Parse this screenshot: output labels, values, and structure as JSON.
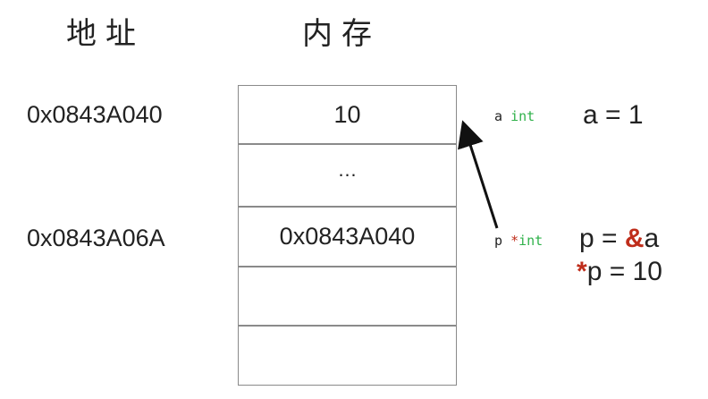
{
  "headers": {
    "address": "地址",
    "memory": "内存"
  },
  "rows": [
    {
      "address": "0x0843A040",
      "value": "10"
    },
    {
      "address": "",
      "value": "…"
    },
    {
      "address": "0x0843A06A",
      "value": "0x0843A040"
    },
    {
      "address": "",
      "value": ""
    },
    {
      "address": "",
      "value": ""
    }
  ],
  "variables": {
    "a": {
      "name": "a",
      "type": "int",
      "expression": "a = 1"
    },
    "p": {
      "name": "p",
      "type_star": "*",
      "type": "int",
      "expression_prefix": "p = ",
      "expression_op": "&",
      "expression_suffix": "a",
      "deref_star": "*",
      "deref_rest": "p = 10"
    }
  },
  "colors": {
    "accent_red": "#bf2d1b",
    "type_green": "#2fb14a",
    "cell_border": "#8a8a8a"
  }
}
